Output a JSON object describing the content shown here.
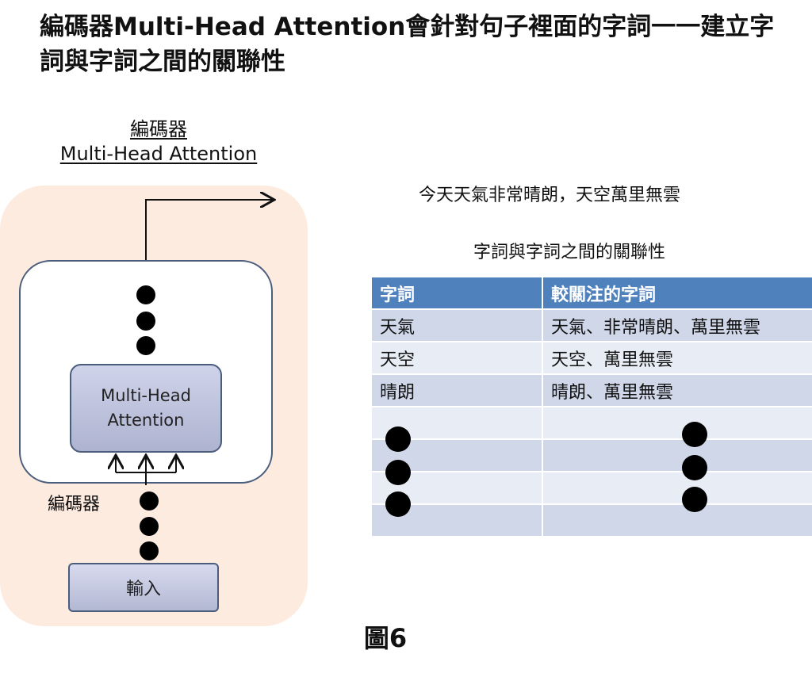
{
  "title": "編碼器Multi-Head Attention會針對句子裡面的字詞一一建立字詞與字詞之間的關聯性",
  "diagram": {
    "heading_line1": "編碼器",
    "heading_line2": "Multi-Head Attention",
    "mha_line1": "Multi-Head",
    "mha_line2": "Attention",
    "encoder_label": "編碼器",
    "input_label": "輸入"
  },
  "sentence": "今天天氣非常晴朗，天空萬里無雲",
  "table_title": "字詞與字詞之間的關聯性",
  "table": {
    "headers": [
      "字詞",
      "較關注的字詞"
    ],
    "rows": [
      [
        "天氣",
        "天氣、非常晴朗、萬里無雲"
      ],
      [
        "天空",
        "天空、萬里無雲"
      ],
      [
        "晴朗",
        "晴朗、萬里無雲"
      ],
      [
        "",
        ""
      ],
      [
        "",
        ""
      ],
      [
        "",
        ""
      ],
      [
        "",
        ""
      ]
    ]
  },
  "caption": "圖6",
  "colors": {
    "header_blue": "#4f81bd",
    "row_dark": "#cfd7e8",
    "row_light": "#e8ecf4",
    "panel_peach": "#fdebe0",
    "box_border": "#4a5d7d"
  }
}
